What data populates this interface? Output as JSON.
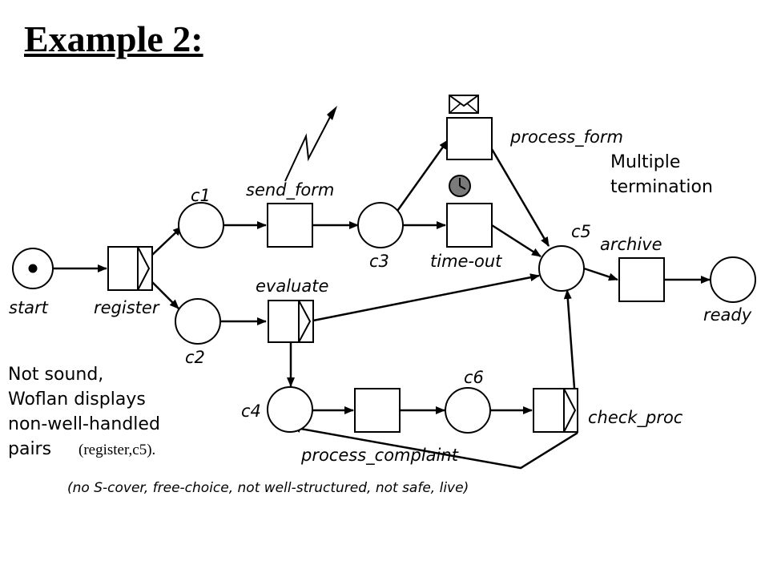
{
  "title": "Example 2:",
  "places": {
    "start": "start",
    "c1": "c1",
    "c2": "c2",
    "c3": "c3",
    "c4": "c4",
    "c5": "c5",
    "c6": "c6",
    "ready": "ready"
  },
  "transitions": {
    "register": "register",
    "send_form": "send_form",
    "evaluate": "evaluate",
    "process_form": "process_form",
    "time_out": "time-out",
    "archive": "archive",
    "process_complaint": "process_complaint",
    "check_proc": "check_proc"
  },
  "annotations": {
    "multiple_termination_line1": "Multiple",
    "multiple_termination_line2": "termination",
    "not_sound_line1": "Not sound,",
    "not_sound_line2": "Woflan displays",
    "not_sound_line3": "non-well-handled",
    "not_sound_line4": "pairs",
    "pair": "(register,c5).",
    "footnote": "(no S-cover, free-choice, not well-structured, not safe, live)"
  },
  "icons": {
    "message_trigger": "envelope-icon",
    "time_trigger": "clock-icon",
    "external_trigger": "lightning-icon"
  }
}
